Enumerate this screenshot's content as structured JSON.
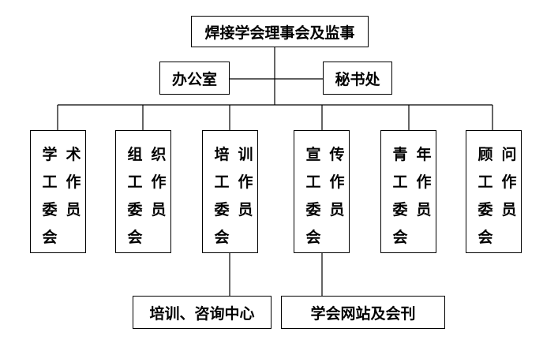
{
  "org_chart": {
    "top": "焊接学会理事会及监事",
    "side_left": "办公室",
    "side_right": "秘书处",
    "committees": [
      {
        "label": "学术工作委员会",
        "chars": [
          "学",
          "术",
          "工",
          "作",
          "委",
          "员",
          "会"
        ]
      },
      {
        "label": "组织工作委员会",
        "chars": [
          "组",
          "织",
          "工",
          "作",
          "委",
          "员",
          "会"
        ]
      },
      {
        "label": "培训工作委员会",
        "chars": [
          "培",
          "训",
          "工",
          "作",
          "委",
          "员",
          "会"
        ]
      },
      {
        "label": "宣传工作委员会",
        "chars": [
          "宣",
          "传",
          "工",
          "作",
          "委",
          "员",
          "会"
        ]
      },
      {
        "label": "青年工作委员会",
        "chars": [
          "青",
          "年",
          "工",
          "作",
          "委",
          "员",
          "会"
        ]
      },
      {
        "label": "顾问工作委员会",
        "chars": [
          "顾",
          "问",
          "工",
          "作",
          "委",
          "员",
          "会"
        ]
      }
    ],
    "sub_training": "培训、咨询中心",
    "sub_publicity": "学会网站及会刊"
  }
}
